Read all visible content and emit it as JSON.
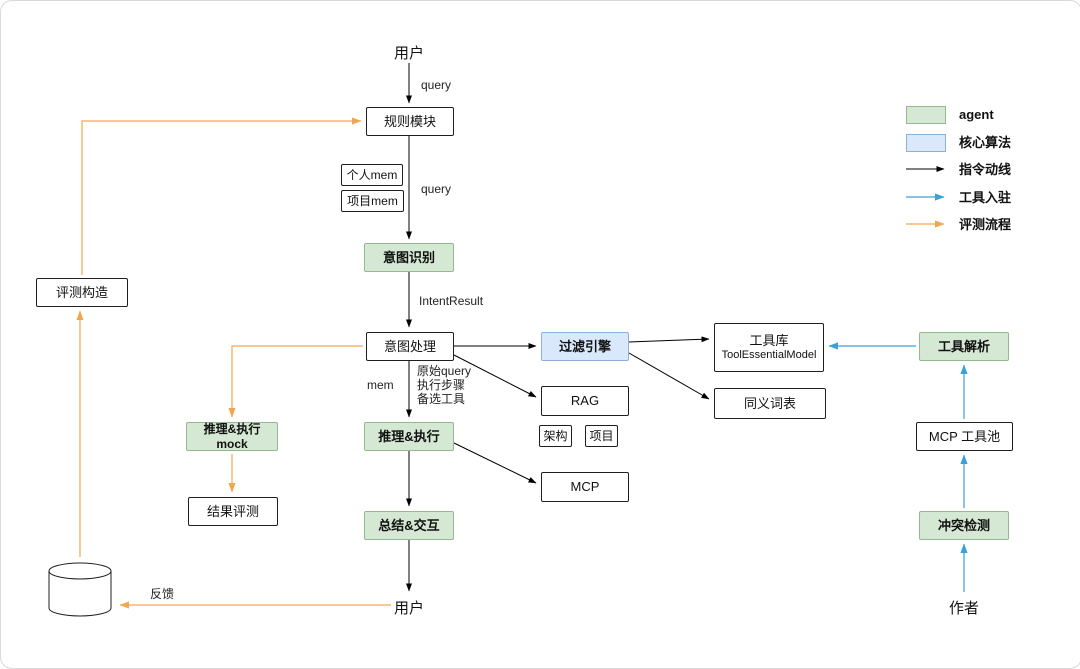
{
  "nodes": {
    "user_top": "用户",
    "rule_module": "规则模块",
    "personal_mem": "个人mem",
    "project_mem": "项目mem",
    "intent_recognition": "意图识别",
    "intent_processing": "意图处理",
    "reasoning_execution": "推理&执行",
    "summary_interaction": "总结&交互",
    "user_bottom": "用户",
    "filter_engine": "过滤引擎",
    "tool_library_line1": "工具库",
    "tool_library_line2": "ToolEssentialModel",
    "synonym_table": "同义词表",
    "rag": "RAG",
    "arch_tag": "架构",
    "project_tag": "项目",
    "mcp": "MCP",
    "tool_parsing": "工具解析",
    "mcp_tool_pool": "MCP 工具池",
    "conflict_detection": "冲突检测",
    "author": "作者",
    "eval_construction": "评测构造",
    "reasoning_mock": "推理&执行 mock",
    "result_evaluation": "结果评测"
  },
  "edges": {
    "query1": "query",
    "query2": "query",
    "intent_result": "IntentResult",
    "mem": "mem",
    "exec_line1": "原始query",
    "exec_line2": "执行步骤",
    "exec_line3": "备选工具",
    "feedback": "反馈"
  },
  "legend": {
    "agent": "agent",
    "core_algorithm": "核心算法",
    "instruction_flow": "指令动线",
    "tool_onboarding": "工具入驻",
    "evaluation_process": "评测流程"
  },
  "colors": {
    "agent_fill": "#d5e8d4",
    "agent_stroke": "#93bb8d",
    "algorithm_fill": "#dae8fc",
    "algorithm_stroke": "#8db0d8",
    "instruction_arrow": "#000000",
    "tool_arrow": "#3aa0d6",
    "evaluation_arrow": "#f0a850"
  }
}
